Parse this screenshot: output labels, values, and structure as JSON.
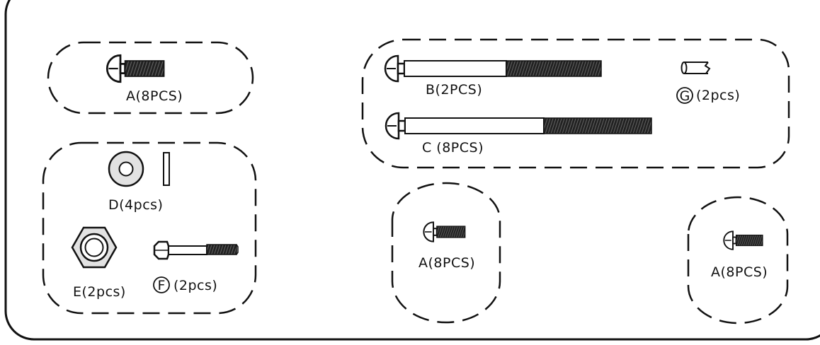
{
  "groups": {
    "a_top_left": {
      "label": "A(8PCS)"
    },
    "a_middle": {
      "label": "A(8PCS)"
    },
    "a_right": {
      "label": "A(8PCS)"
    },
    "long_bolts": {
      "b_label": "B(2PCS)",
      "c_label": "C (8PCS)",
      "g_letter": "G",
      "g_qty": "(2pcs)"
    },
    "washers_nuts": {
      "d_label": "D(4pcs)",
      "e_label": "E(2pcs)",
      "f_letter": "F",
      "f_qty": "(2pcs)"
    }
  },
  "colors": {
    "line": "#111111",
    "thread": "#2a2a2a",
    "background": "#ffffff"
  }
}
